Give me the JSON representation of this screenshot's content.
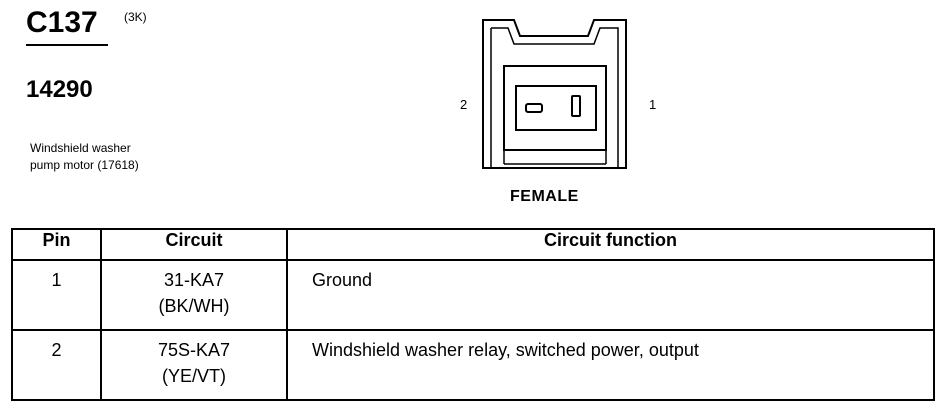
{
  "connector": {
    "id": "C137",
    "suffix": "(3K)",
    "part_number": "14290",
    "description_line1": "Windshield washer",
    "description_line2": "pump motor (17618)",
    "gender": "FEMALE",
    "pin_left": "2",
    "pin_right": "1"
  },
  "table": {
    "headers": [
      "Pin",
      "Circuit",
      "Circuit function"
    ],
    "rows": [
      {
        "pin": "1",
        "circuit": "31-KA7",
        "color": "(BK/WH)",
        "function": "Ground"
      },
      {
        "pin": "2",
        "circuit": "75S-KA7",
        "color": "(YE/VT)",
        "function": "Windshield washer relay, switched power, output"
      }
    ]
  }
}
